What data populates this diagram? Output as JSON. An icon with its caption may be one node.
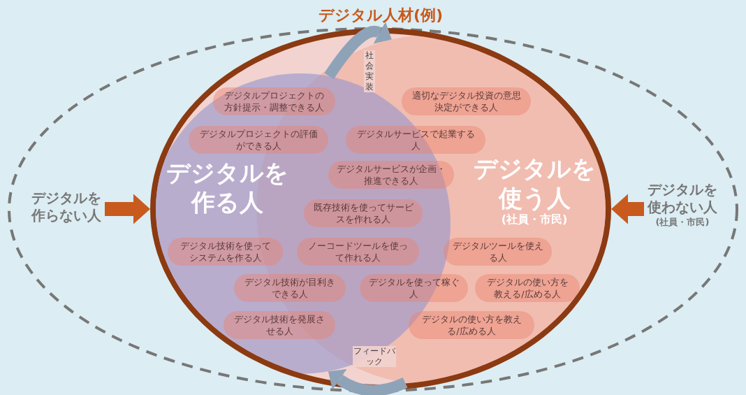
{
  "diagram": {
    "nodes": [
      {
        "text": [],
        "shape": "ellipse"
      },
      {
        "text": [
          "デジタル人材(例)"
        ],
        "in": 0
      },
      {
        "text": [
          "デジタルを作る人"
        ],
        "in": 1
      },
      {
        "text": [
          "デジタルを使う人",
          "(社員・市民)"
        ],
        "in": 1
      },
      {
        "text": [
          "デジタルプロジェクトの方針提示・調整できる人"
        ],
        "in": 2
      },
      {
        "text": [
          "適切なデジタル投資の意思決定ができる人"
        ],
        "in": 3
      },
      {
        "text": [
          "デジタルプロジェクトの評価ができる人"
        ],
        "in": 2
      },
      {
        "text": [
          "デジタルサービスで起業する人"
        ],
        "in": 3
      },
      {
        "text": [
          "デジタルサービスが企画・推進できる人"
        ]
      },
      {
        "text": [
          "既存技術を使ってサービスを作れる人"
        ]
      },
      {
        "text": [
          "デジタル技術を使ってシステムを作る人"
        ],
        "in": 2
      },
      {
        "text": [
          "ノーコードツールを使って作れる人"
        ]
      },
      {
        "text": [
          "デジタルツールを使える人"
        ],
        "in": 3
      },
      {
        "text": [
          "デジタル技術が目利きできる人"
        ],
        "in": 2
      },
      {
        "text": [
          "デジタルを使って稼ぐ人"
        ],
        "in": 3
      },
      {
        "text": [
          "デジタルの使い方を教える/広める人"
        ],
        "in": 3
      },
      {
        "text": [
          "デジタル技術を発展させる人"
        ],
        "in": 2
      },
      {
        "text": [
          "デジタルの使い方を教える/広める人"
        ],
        "in": 3
      },
      {
        "text": [
          "デジタルを作らない人"
        ],
        "in": 0
      },
      {
        "text": [
          "デジタルを使わない人",
          "(社員・市民)"
        ],
        "in": 0
      }
    ],
    "edges": [
      {
        "from": 2,
        "to": 3,
        "arrow": "to",
        "label": "社会実装",
        "color": "#8fa3b8"
      },
      {
        "from": 3,
        "to": 2,
        "arrow": "to",
        "label": "フィードバック",
        "color": "#8fa3b8"
      },
      {
        "from": 18,
        "to": 1,
        "arrow": "to",
        "color": "#c85a1e"
      },
      {
        "from": 19,
        "to": 1,
        "arrow": "to",
        "color": "#c85a1e"
      }
    ]
  }
}
